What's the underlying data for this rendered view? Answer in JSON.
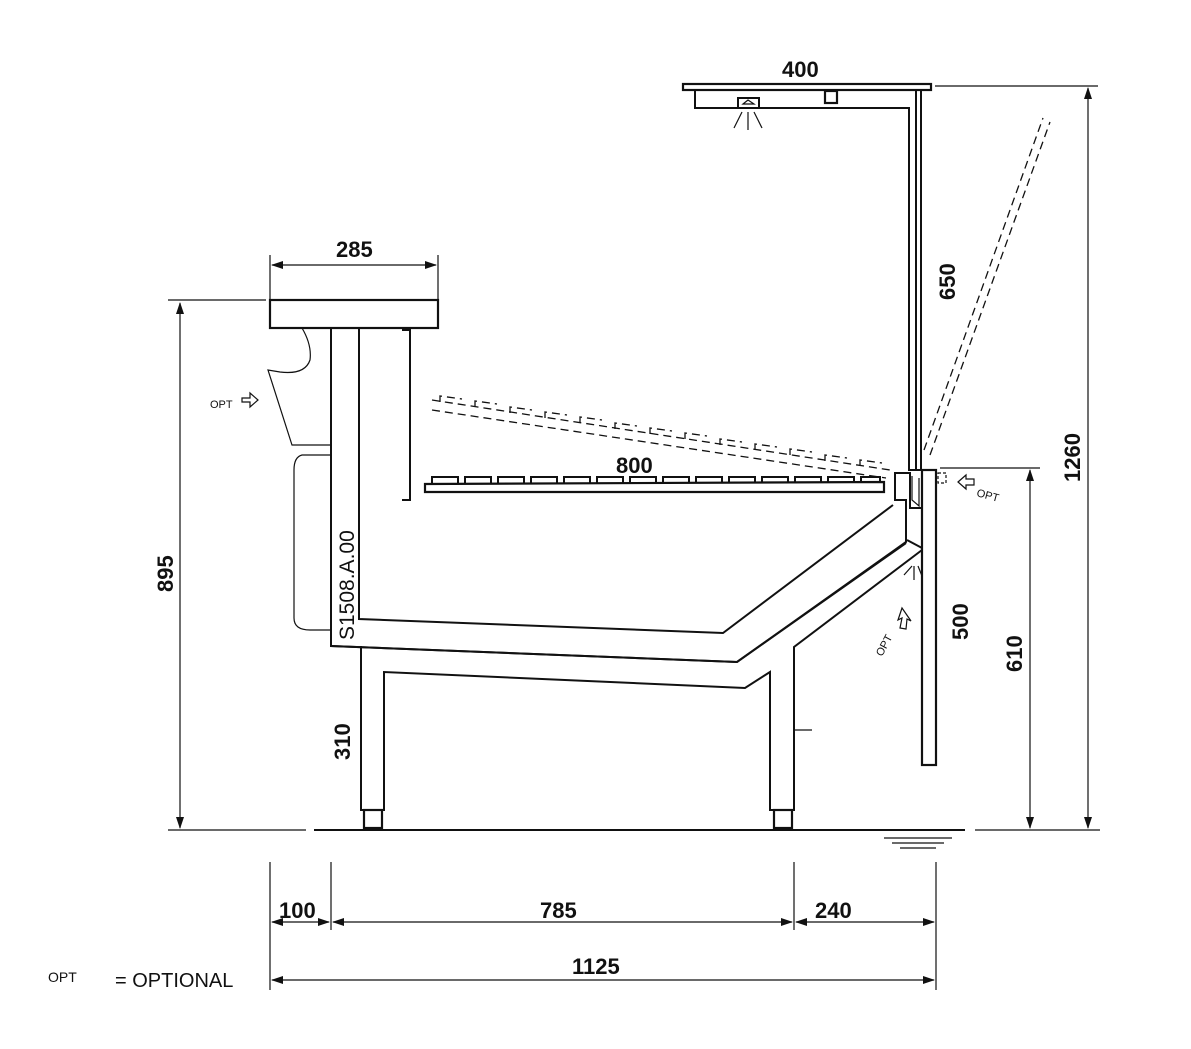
{
  "drawing": {
    "code": "S1508.A.00",
    "dimensions": {
      "canopy_width": "400",
      "shelf_width": "285",
      "tray_length": "800",
      "canopy_height": "650",
      "total_height": "1260",
      "counter_height": "895",
      "front_height": "500",
      "glass_base_height": "610",
      "leg_height": "310",
      "rear_offset": "100",
      "body_depth": "785",
      "front_depth": "240",
      "total_depth": "1125"
    },
    "labels": {
      "opt": "OPT"
    },
    "legend": {
      "key": "OPT",
      "text": "= OPTIONAL"
    }
  }
}
